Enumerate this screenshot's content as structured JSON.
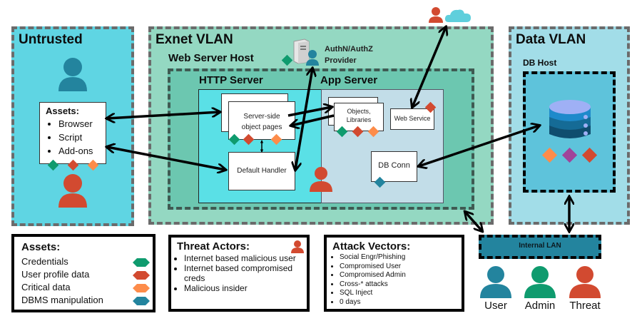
{
  "colors": {
    "credentials": "#0f9b6e",
    "user_profile": "#d24a30",
    "critical": "#fd8c4a",
    "dbms": "#23849e",
    "purple": "#a0449a",
    "user_blue": "#23849e",
    "admin_green": "#0f9b6e",
    "threat_red": "#d24a30",
    "cloud": "#5fcfdc"
  },
  "zones": {
    "untrusted": {
      "title": "Untrusted",
      "assets_title": "Assets:",
      "assets": [
        "Browser",
        "Script",
        "Add-ons"
      ]
    },
    "exnet": {
      "title": "Exnet VLAN",
      "web_server_host": "Web Server Host",
      "auth_provider": [
        "AuthN/AuthZ",
        "Provider"
      ],
      "http_server": "HTTP Server",
      "app_server": "App Server",
      "server_side_pages": [
        "Server-side",
        "object pages"
      ],
      "default_handler": "Default Handler",
      "objects_libraries": [
        "Objects,",
        "Libraries"
      ],
      "web_service": "Web Service",
      "db_conn": "DB Conn"
    },
    "data": {
      "title": "Data VLAN",
      "db_host": "DB Host"
    },
    "internal_lan": "Internal LAN"
  },
  "people": [
    "User",
    "Admin",
    "Threat"
  ],
  "legend_assets": {
    "title": "Assets:",
    "items": [
      {
        "label": "Credentials",
        "color_key": "credentials"
      },
      {
        "label": "User profile data",
        "color_key": "user_profile"
      },
      {
        "label": "Critical data",
        "color_key": "critical"
      },
      {
        "label": "DBMS manipulation",
        "color_key": "dbms"
      }
    ]
  },
  "threat_actors": {
    "title": "Threat Actors:",
    "items": [
      "Internet based malicious user",
      "Internet based compromised creds",
      "Malicious insider"
    ]
  },
  "attack_vectors": {
    "title": "Attack Vectors:",
    "items": [
      "Social Engr/Phishing",
      "Compromised User",
      "Compromised Admin",
      "Cross-* attacks",
      "SQL Inject",
      "0 days"
    ]
  }
}
